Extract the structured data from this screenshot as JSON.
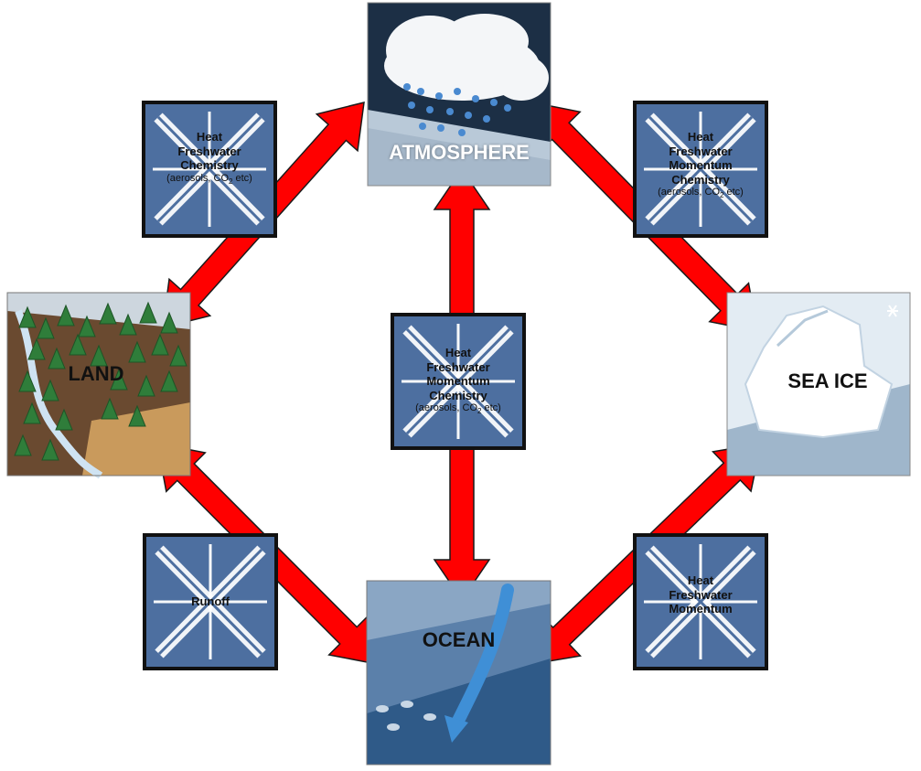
{
  "colors": {
    "arrow": "#ff0000",
    "arrow_outline": "#1a1a1a",
    "box_fill": "#4d6fa0",
    "box_border": "#111111",
    "star": "#ffffff"
  },
  "nodes": {
    "atmosphere": {
      "label": "ATMOSPHERE"
    },
    "land": {
      "label": "LAND"
    },
    "sea_ice": {
      "label": "SEA ICE"
    },
    "ocean": {
      "label": "OCEAN"
    }
  },
  "exchanges": {
    "atm_land": {
      "lines": [
        "Heat",
        "Freshwater",
        "Chemistry"
      ],
      "note_pre": "(aerosols, CO",
      "note_sub": "2",
      "note_post": " etc)"
    },
    "atm_ice": {
      "lines": [
        "Heat",
        "Freshwater",
        "Momentum",
        "Chemistry"
      ],
      "note_pre": "(aerosols, CO",
      "note_sub": "2",
      "note_post": " etc)"
    },
    "atm_ocean": {
      "lines": [
        "Heat",
        "Freshwater",
        "Momentum",
        "Chemistry"
      ],
      "note_pre": "(aerosols, CO",
      "note_sub": "2",
      "note_post": " etc)"
    },
    "land_ocean": {
      "lines": [
        "Runoff"
      ]
    },
    "ice_ocean": {
      "lines": [
        "Heat",
        "Freshwater",
        "Momentum"
      ]
    }
  }
}
